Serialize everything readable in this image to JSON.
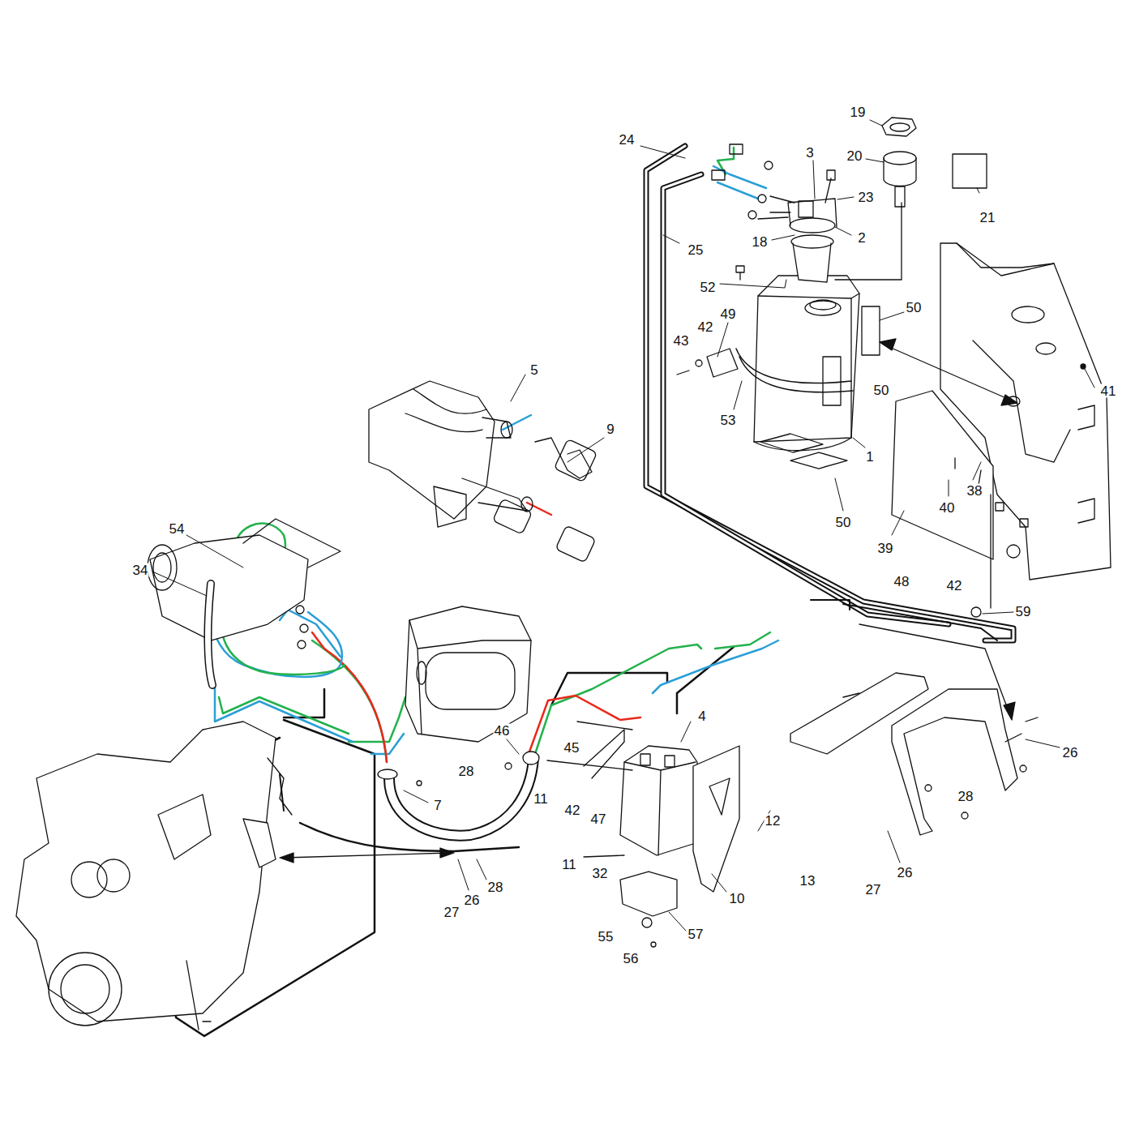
{
  "diagram": {
    "labels": [
      "19",
      "20",
      "24",
      "3",
      "23",
      "18",
      "2",
      "21",
      "25",
      "52",
      "50",
      "49",
      "42",
      "43",
      "5",
      "50",
      "41",
      "53",
      "9",
      "1",
      "40",
      "38",
      "50",
      "54",
      "34",
      "39",
      "48",
      "42",
      "59",
      "4",
      "46",
      "45",
      "28",
      "26",
      "7",
      "11",
      "42",
      "47",
      "28",
      "12",
      "11",
      "32",
      "13",
      "10",
      "26",
      "27",
      "26",
      "28",
      "27",
      "55",
      "57",
      "56"
    ]
  }
}
